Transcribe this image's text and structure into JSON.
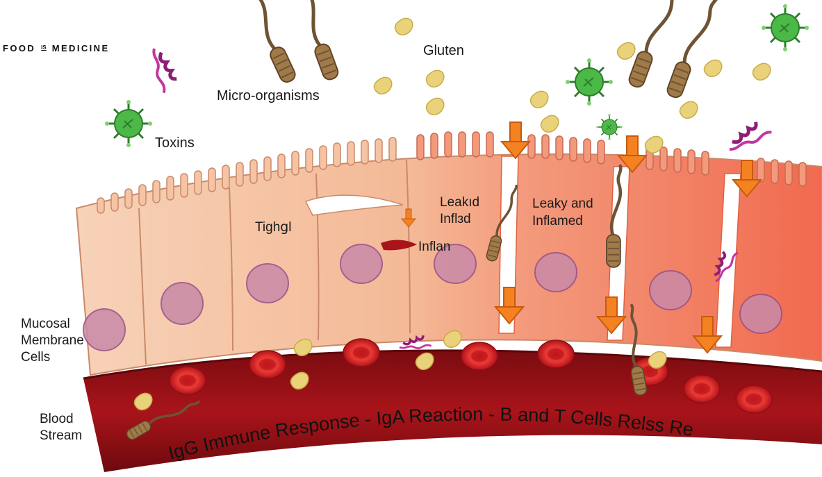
{
  "brand": {
    "part1": "FOOD",
    "part_mid": "IS",
    "part2": "MEDICINE"
  },
  "labels": {
    "toxins": "Toxins",
    "micro_organisms": "Micro-organisms",
    "gluten": "Gluten",
    "tight": "Tighցl",
    "inflamed_partial": "Inflan",
    "leaky_inflamed_partial_1": "Leakıd",
    "leaky_inflamed_partial_2": "Inflɜd",
    "leaky_inflamed_1": "Leaky and",
    "leaky_inflamed_2": "Inflamed",
    "mucosal_1": "Mucosal",
    "mucosal_2": "Membrane",
    "mucosal_3": "Cells",
    "blood_1": "Blood",
    "blood_2": "Stream",
    "immune_response": "IgG Immune Response - IgA Reaction - B and T Cells Relss Re"
  },
  "colors": {
    "healthy_cell": "#f6c4a4",
    "inflamed_cell": "#f47a5a",
    "blood_vessel": "#a8141a",
    "red_blood_cell": "#e02a2a",
    "nucleus": "#c98aa8",
    "arrow": "#f58220",
    "virus": "#4cb848",
    "toxin": "#c2379f",
    "gluten": "#ead27a",
    "bacteria": "#8b6a3e"
  },
  "icons": [
    "virus-icon",
    "toxin-icon",
    "bacteria-icon",
    "gluten-icon",
    "red-blood-cell-icon",
    "arrow-icon"
  ]
}
